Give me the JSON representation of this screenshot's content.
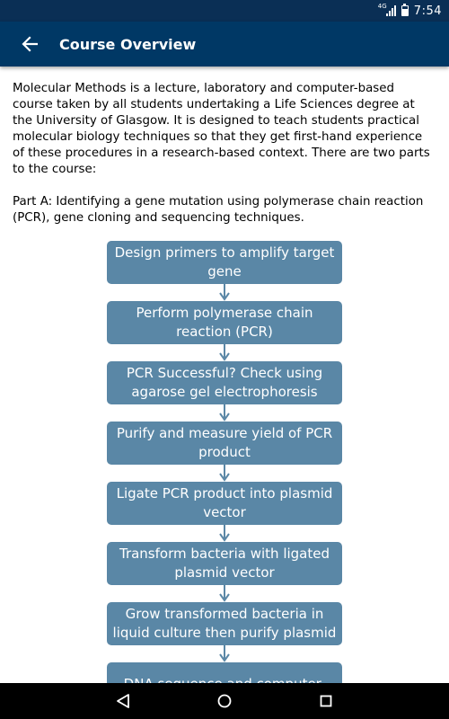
{
  "status_bar": {
    "network_label": "4G",
    "time": "7:54",
    "icons": [
      "signal-icon",
      "battery-icon"
    ]
  },
  "app_bar": {
    "title": "Course Overview",
    "back_icon": "back-arrow-icon"
  },
  "content": {
    "intro": "Molecular Methods is a lecture, laboratory and computer-based course taken by all students undertaking a Life Sciences degree at the University of Glasgow. It is designed to teach students practical molecular biology techniques so that they get first-hand experience of these procedures in a research-based context. There are two parts to the course:",
    "part_a": "Part A: Identifying a gene mutation using polymerase chain reaction (PCR), gene cloning and sequencing techniques."
  },
  "flowchart": {
    "box_color": "#5a87a6",
    "steps": [
      "Design primers to amplify target gene",
      "Perform polymerase chain reaction (PCR)",
      "PCR Successful? Check using agarose gel electrophoresis",
      "Purify and measure yield of PCR product",
      "Ligate PCR product into plasmid vector",
      "Transform bacteria with ligated plasmid vector",
      "Grow transformed bacteria in liquid culture then purify plasmid",
      "DNA sequence and computer-"
    ]
  },
  "nav_bar": {
    "buttons": [
      "back-triangle-icon",
      "home-circle-icon",
      "recents-square-icon"
    ]
  },
  "colors": {
    "status_bar": "#0a2f55",
    "app_bar": "#003865",
    "flow_box": "#5a87a6",
    "nav_bar": "#000000"
  }
}
